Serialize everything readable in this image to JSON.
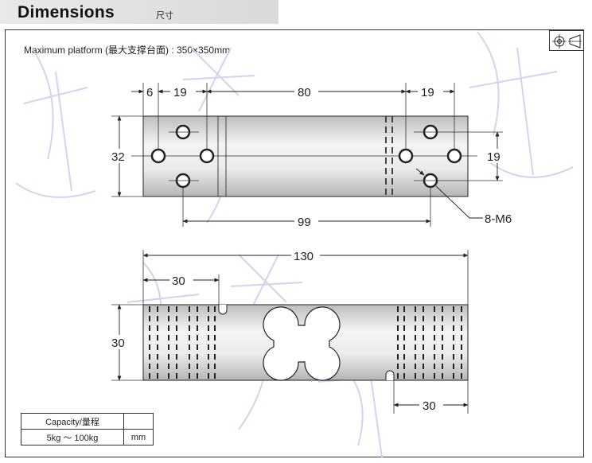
{
  "header": {
    "title": "Dimensions",
    "subtitle": "尺寸"
  },
  "note": {
    "platform": "Maximum platform (最大支撑台面) : 350×350mm"
  },
  "top_view": {
    "dims": {
      "d6": "6",
      "d19_left": "19",
      "d80": "80",
      "d19_right": "19",
      "d32": "32",
      "d19_side": "19",
      "d99": "99"
    },
    "callout": "8-M6"
  },
  "front_view": {
    "dims": {
      "d130": "130",
      "d30_top": "30",
      "d30_side": "30",
      "d30_bottom": "30"
    }
  },
  "spec_table": {
    "header": "Capacity/量程",
    "value": "5kg ～ 100kg",
    "unit": "mm"
  },
  "colors": {
    "metal_light": "#f2f2f2",
    "metal_mid": "#d6d6d6",
    "metal_dark": "#b8b8b8",
    "line": "#222222",
    "watermark": "#c8c8ee"
  }
}
